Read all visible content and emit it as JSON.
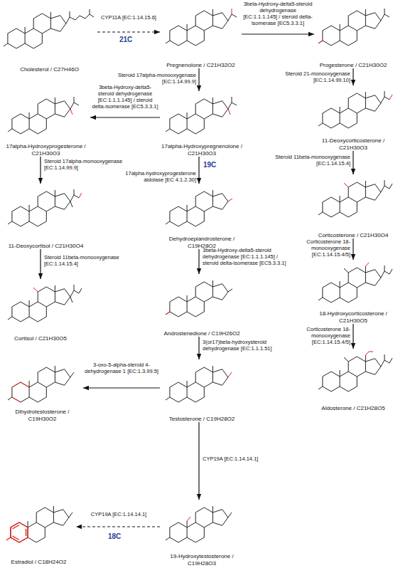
{
  "diagram": {
    "nodes": [
      {
        "text": [
          "Cholesterol / C27H46O"
        ]
      },
      {
        "text": [
          "Pregnenolone / C21H32O2"
        ]
      },
      {
        "text": [
          "Progesterone / C21H30O2"
        ]
      },
      {
        "text": [
          "17alpha-Hydroxyprogesterone / C21H30O3"
        ]
      },
      {
        "text": [
          "17alpha-Hydroxypregnenolone / C21H30O3"
        ]
      },
      {
        "text": [
          "11-Deoxycorticosterone / C21H30O3"
        ]
      },
      {
        "text": [
          "11-Deoxycortisol / C21H30O4"
        ]
      },
      {
        "text": [
          "Dehydroepiandrosterone / C19H28O2"
        ]
      },
      {
        "text": [
          "Corticosterone / C21H30O4"
        ]
      },
      {
        "text": [
          "Cortisol / C21H30O5"
        ]
      },
      {
        "text": [
          "Androstenedione / C19H26O2"
        ]
      },
      {
        "text": [
          "18-Hydroxycorticosterone / C21H30O5"
        ]
      },
      {
        "text": [
          "Dihydrotestosterone / C19H30O2"
        ]
      },
      {
        "text": [
          "Testosterone / C19H28O2"
        ]
      },
      {
        "text": [
          "Aldosterone / C21H28O5"
        ]
      },
      {
        "text": [
          "Estradiol / C18H24O2"
        ]
      },
      {
        "text": [
          "19-Hydroxytestosterone / C19H28O3"
        ]
      }
    ],
    "edges": [
      {
        "from": 0,
        "to": 1,
        "arrow": "to",
        "label": "CYP11A [EC:1.14.15.6]"
      },
      {
        "from": 1,
        "to": 2,
        "arrow": "to",
        "label": "3beta-Hydroxy-delta5-steroid dehydrogenase [EC:1.1.1.145] / steroid delta-isomerase [EC5.3.3.1]"
      },
      {
        "from": 1,
        "to": 4,
        "arrow": "to",
        "label": "Steroid 17alpha-monooxygenase [EC:1.14.99.9]"
      },
      {
        "from": 2,
        "to": 5,
        "arrow": "to",
        "label": "Steroid 21-monooxygenase [EC:1.14.99.10]"
      },
      {
        "from": 4,
        "to": 3,
        "arrow": "to",
        "label": "3beta-Hydroxy-delta5-steroid dehydrogenase [EC:1.1.1.145] / steroid delta-isomerase [EC5.3.3.1]"
      },
      {
        "from": 3,
        "to": 6,
        "arrow": "to",
        "label": "Steroid 17alpha-monooxygenase [EC:1.14.99.9]"
      },
      {
        "from": 4,
        "to": 7,
        "arrow": "to",
        "label": "17alpha-hydroxyprogesterone aldolase [EC 4.1.2.30]"
      },
      {
        "from": 5,
        "to": 8,
        "arrow": "to",
        "label": "Steroid 11beta-monooxygenase [EC:1.14.15.4]"
      },
      {
        "from": 6,
        "to": 9,
        "arrow": "to",
        "label": "Steroid 11beta-monooxygenase [EC:1.14.15.4]"
      },
      {
        "from": 7,
        "to": 10,
        "arrow": "to",
        "label": "3beta-Hydroxy-delta5-steroid dehydrogenase [EC:1.1.1.145] / steroid delta-isomerase [EC5.3.3.1]"
      },
      {
        "from": 8,
        "to": 11,
        "arrow": "to",
        "label": "Corticosterone 18-monooxygenase [EC:1.14.15.4/5]"
      },
      {
        "from": 10,
        "to": 13,
        "arrow": "to",
        "label": "3(or17)beta-hydroxysteroid dehydrogenase [EC:1.1.1.51]"
      },
      {
        "from": 11,
        "to": 14,
        "arrow": "to",
        "label": "Corticosterone 18-monooxygenase [EC:1.14.15.4/5]"
      },
      {
        "from": 13,
        "to": 12,
        "arrow": "to",
        "label": "3-oxo-5-alpha-steroid 4-dehydrogenase 1 [EC:1.3.99.5]"
      },
      {
        "from": 13,
        "to": 16,
        "arrow": "to",
        "label": "CYP19A [EC:1.14.14.1]"
      },
      {
        "from": 16,
        "to": 15,
        "arrow": "to",
        "label": "CYP19A [EC:1.14.14.1]"
      }
    ],
    "labels": [
      "21C",
      "19C",
      "18C"
    ]
  }
}
